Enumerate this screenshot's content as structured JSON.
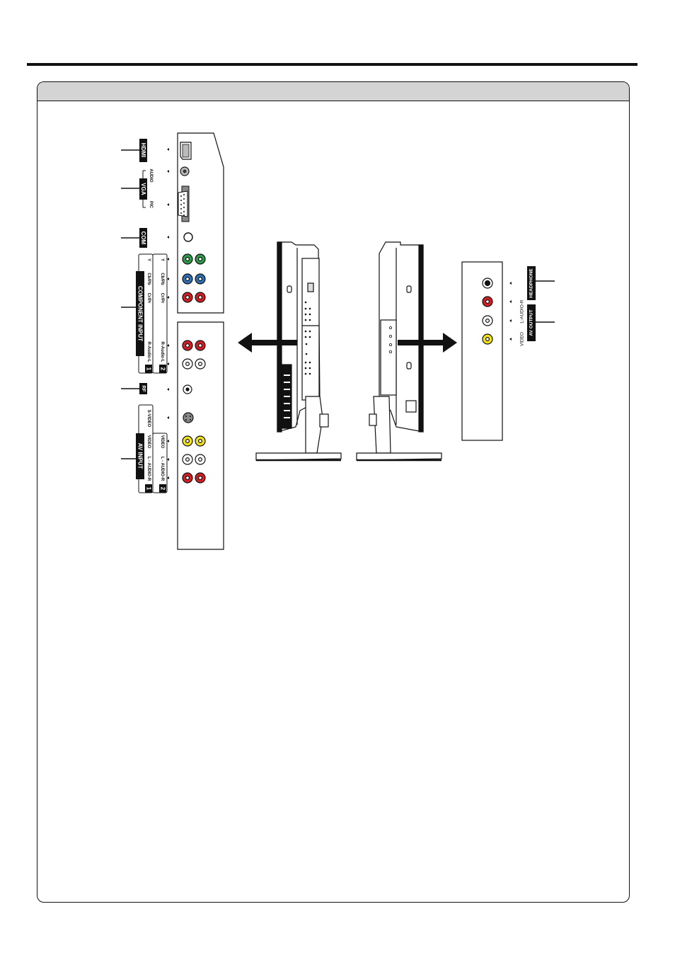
{
  "left_panel": {
    "HDMI": "HDMI",
    "VGA": "VGA",
    "AUDIO": "AUDIO",
    "PIC": "PIC",
    "COM": "COM",
    "COMPONENT_INPUT": "COMPONENT INPUT",
    "Y": "Y",
    "CbPb": "Cb/Pb",
    "CrPr": "Cr/Pr",
    "RAudioL": "R-Audio-L",
    "num1": "1",
    "num2": "2",
    "RF": "RF",
    "AV_INPUT": "AV INPUT",
    "SVIDEO": "S-VIDEO",
    "VIDEO": "VIDEO",
    "LAUDIOR": "L - AUDIO-R"
  },
  "right_panel": {
    "HEADPHONE": "HEADPHONE",
    "AV_OUTPUT": "AV OUTPUT",
    "LAUDIOR": "L-AUDIO-R",
    "VIDEO": "VIDEO"
  },
  "colors": {
    "green": "#2e9a4c",
    "blue": "#2f6fb4",
    "red": "#d21f26",
    "yellow": "#f2e21c",
    "white": "#ffffff",
    "header_gray": "#d4d4d4"
  }
}
